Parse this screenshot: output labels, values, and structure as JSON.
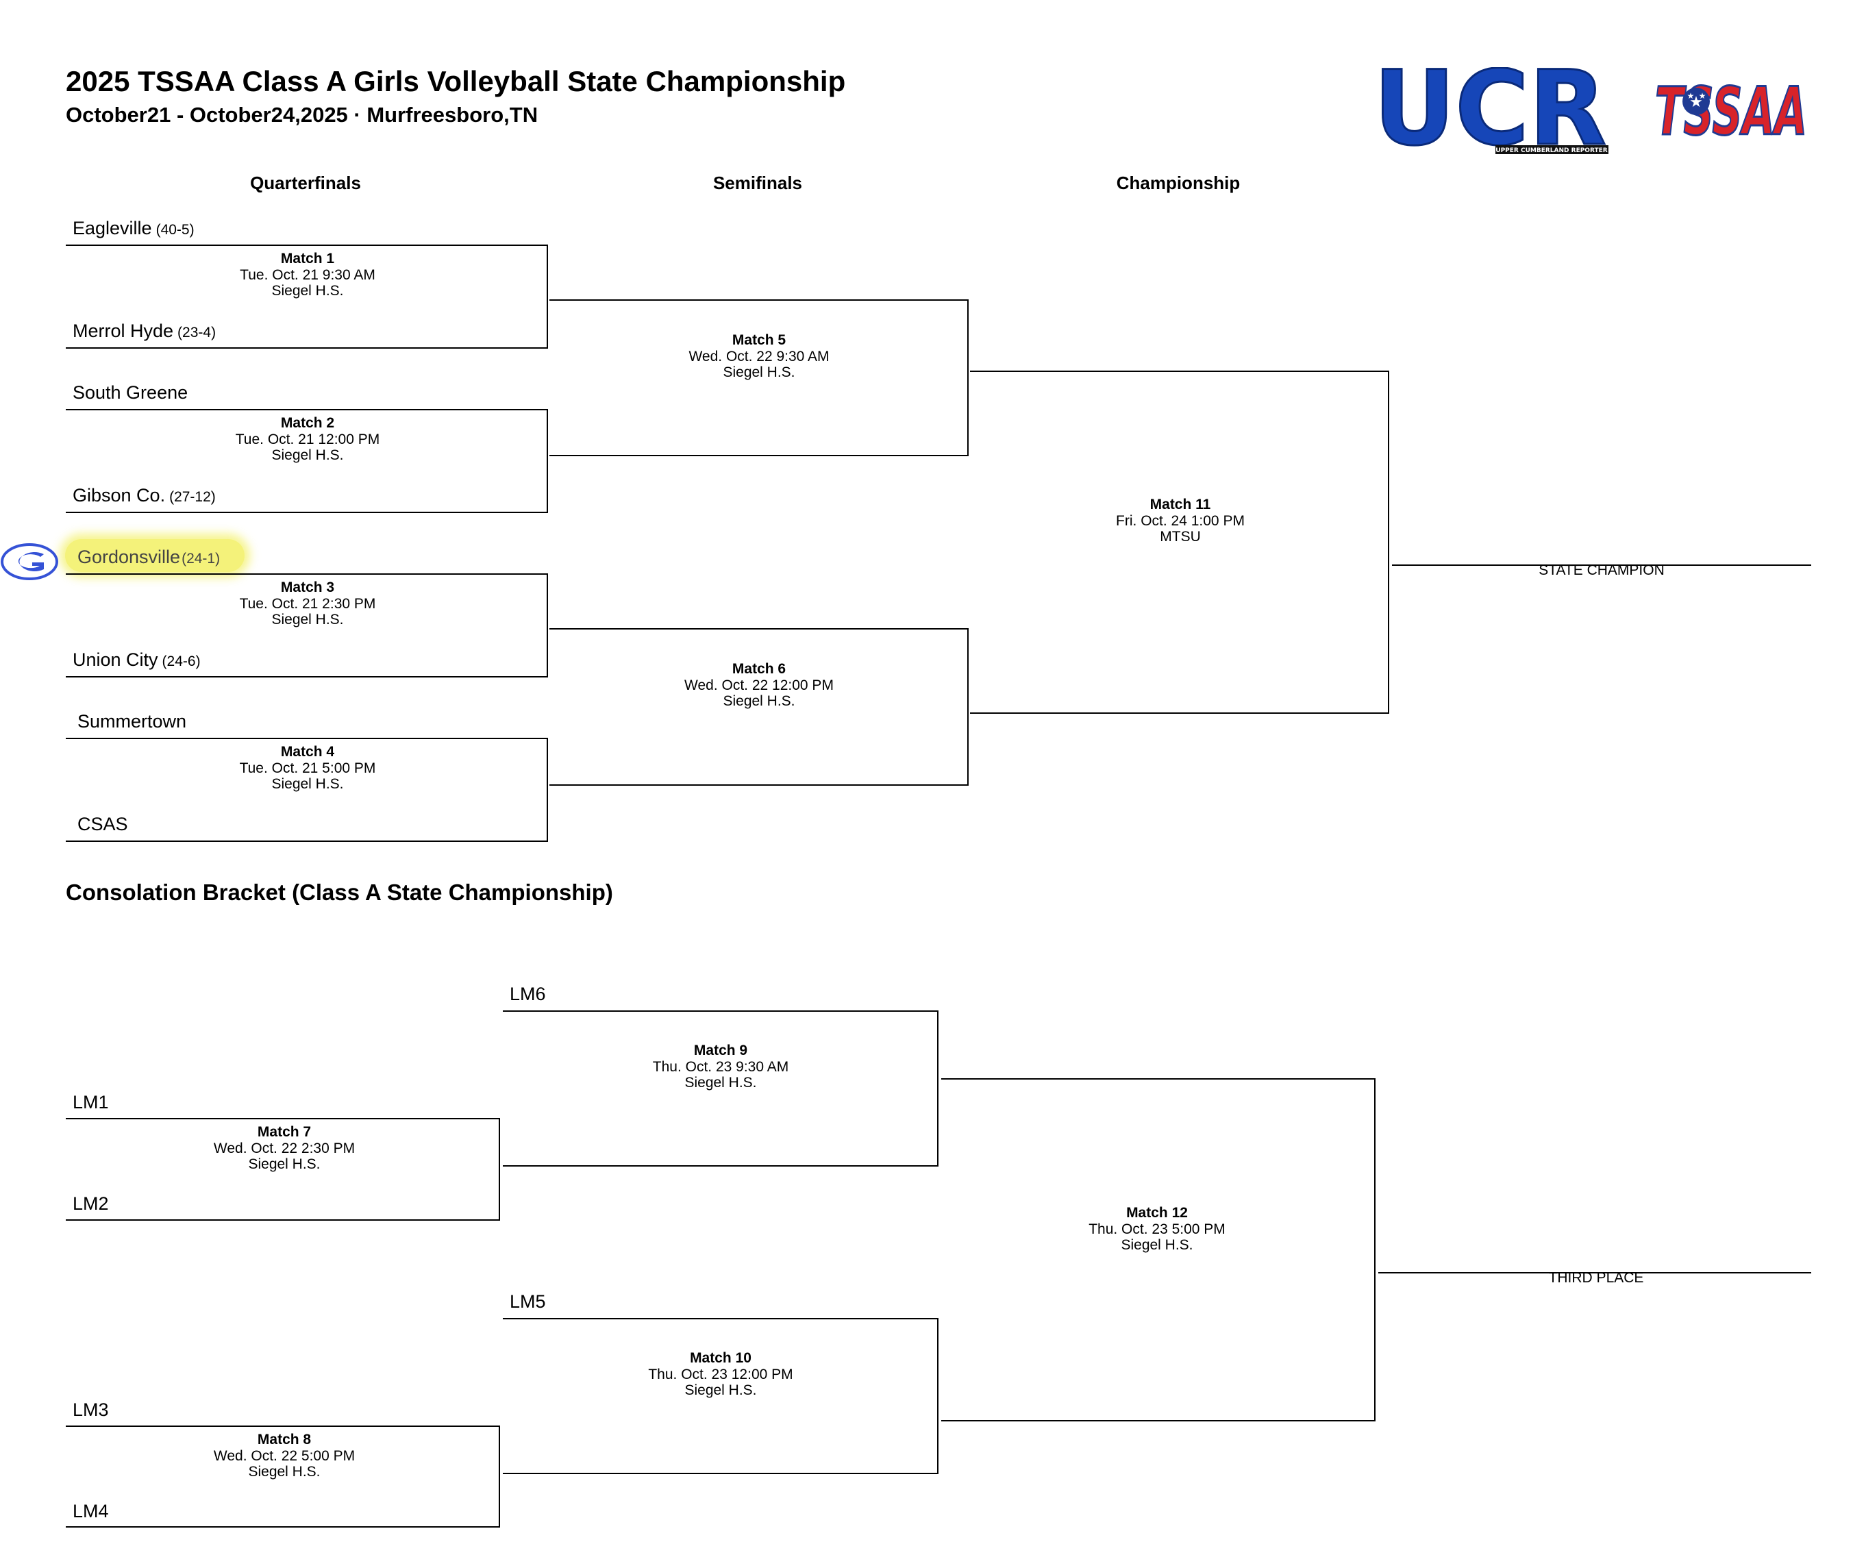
{
  "header": {
    "title": "2025 TSSAA Class A Girls Volleyball State Championship",
    "subtitle": "October21 - October24,2025 · Murfreesboro,TN"
  },
  "logos": {
    "ucr": {
      "text": "UCR",
      "tagline": "UPPER CUMBERLAND REPORTER",
      "color": "#1646b8"
    },
    "tssaa": {
      "text": "TSSAA",
      "colors": [
        "#d8232a",
        "#1f3a93"
      ]
    }
  },
  "rounds": [
    "Quarterfinals",
    "Semifinals",
    "Championship"
  ],
  "teams": [
    {
      "name": "Eagleville",
      "seed": "(40-5)"
    },
    {
      "name": "Merrol Hyde",
      "seed": "(23-4)"
    },
    {
      "name": "South Greene",
      "seed": ""
    },
    {
      "name": "Gibson Co.",
      "seed": "(27-12)"
    },
    {
      "name": "Gordonsville",
      "seed": "(24-1)",
      "highlighted": true
    },
    {
      "name": "Union City",
      "seed": "(24-6)"
    },
    {
      "name": "Summertown",
      "seed": ""
    },
    {
      "name": "CSAS",
      "seed": ""
    }
  ],
  "matches": {
    "m1": {
      "title": "Match 1",
      "when": "Tue. Oct. 21 9:30 AM",
      "where": "Siegel H.S."
    },
    "m2": {
      "title": "Match 2",
      "when": "Tue. Oct. 21 12:00 PM",
      "where": "Siegel H.S."
    },
    "m3": {
      "title": "Match 3",
      "when": "Tue. Oct. 21 2:30 PM",
      "where": "Siegel H.S."
    },
    "m4": {
      "title": "Match 4",
      "when": "Tue. Oct. 21 5:00 PM",
      "where": "Siegel H.S."
    },
    "m5": {
      "title": "Match 5",
      "when": "Wed. Oct. 22 9:30 AM",
      "where": "Siegel H.S."
    },
    "m6": {
      "title": "Match 6",
      "when": "Wed. Oct. 22 12:00 PM",
      "where": "Siegel H.S."
    },
    "m7": {
      "title": "Match 7",
      "when": "Wed. Oct. 22 2:30 PM",
      "where": "Siegel H.S."
    },
    "m8": {
      "title": "Match 8",
      "when": "Wed. Oct. 22 5:00 PM",
      "where": "Siegel H.S."
    },
    "m9": {
      "title": "Match 9",
      "when": "Thu. Oct. 23 9:30 AM",
      "where": "Siegel H.S."
    },
    "m10": {
      "title": "Match 10",
      "when": "Thu. Oct. 23 12:00 PM",
      "where": "Siegel H.S."
    },
    "m11": {
      "title": "Match 11",
      "when": "Fri. Oct. 24 1:00 PM",
      "where": "MTSU"
    },
    "m12": {
      "title": "Match 12",
      "when": "Thu. Oct. 23 5:00 PM",
      "where": "Siegel H.S."
    }
  },
  "results": {
    "champion": "STATE CHAMPION",
    "third": "THIRD PLACE"
  },
  "consolation": {
    "title": "Consolation Bracket (Class A State Championship)",
    "slots": [
      "LM1",
      "LM2",
      "LM3",
      "LM4",
      "LM5",
      "LM6"
    ]
  },
  "badge_color": "#3552d6",
  "highlight_color": "#f4f27a"
}
